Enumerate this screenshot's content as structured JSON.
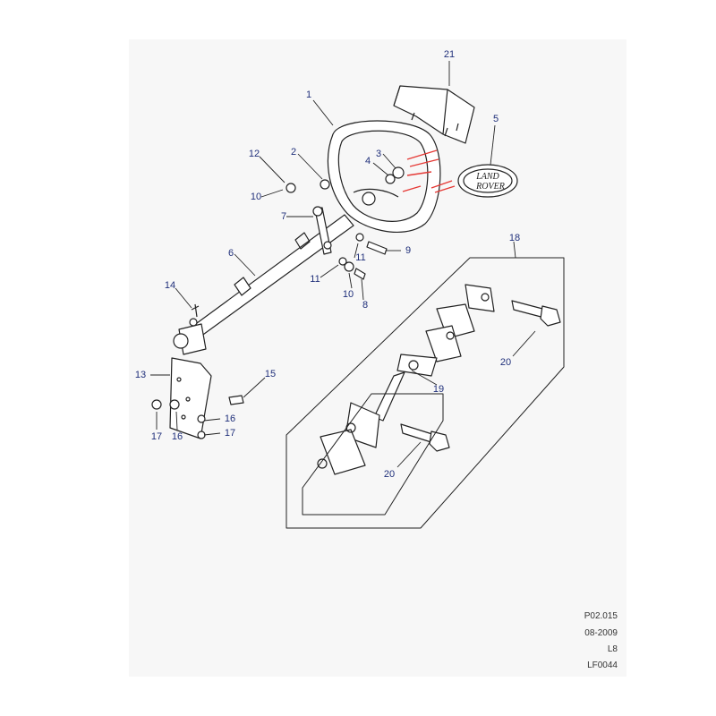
{
  "diagram": {
    "logo_text": [
      "LAND",
      "ROVER"
    ],
    "callouts": [
      {
        "id": "c21",
        "text": "21"
      },
      {
        "id": "c1",
        "text": "1"
      },
      {
        "id": "c5",
        "text": "5"
      },
      {
        "id": "c2",
        "text": "2"
      },
      {
        "id": "c3",
        "text": "3"
      },
      {
        "id": "c4",
        "text": "4"
      },
      {
        "id": "c12",
        "text": "12"
      },
      {
        "id": "c10a",
        "text": "10"
      },
      {
        "id": "c7",
        "text": "7"
      },
      {
        "id": "c9",
        "text": "9"
      },
      {
        "id": "c6",
        "text": "6"
      },
      {
        "id": "c11a",
        "text": "11"
      },
      {
        "id": "c11b",
        "text": "11"
      },
      {
        "id": "c10b",
        "text": "10"
      },
      {
        "id": "c8",
        "text": "8"
      },
      {
        "id": "c14",
        "text": "14"
      },
      {
        "id": "c18",
        "text": "18"
      },
      {
        "id": "c20a",
        "text": "20"
      },
      {
        "id": "c13",
        "text": "13"
      },
      {
        "id": "c15",
        "text": "15"
      },
      {
        "id": "c19",
        "text": "19"
      },
      {
        "id": "c16a",
        "text": "16"
      },
      {
        "id": "c17a",
        "text": "17"
      },
      {
        "id": "c16b",
        "text": "16"
      },
      {
        "id": "c17b",
        "text": "17"
      },
      {
        "id": "c20b",
        "text": "20"
      }
    ]
  },
  "footer": {
    "page_ref": "P02.015",
    "date": "08-2009",
    "model": "L8",
    "drawing_code": "LF0044"
  },
  "colors": {
    "callout_text": "#1f2f7a",
    "highlight_lines": "#e53935",
    "outline": "#222222",
    "panel": "#f7f7f7"
  }
}
